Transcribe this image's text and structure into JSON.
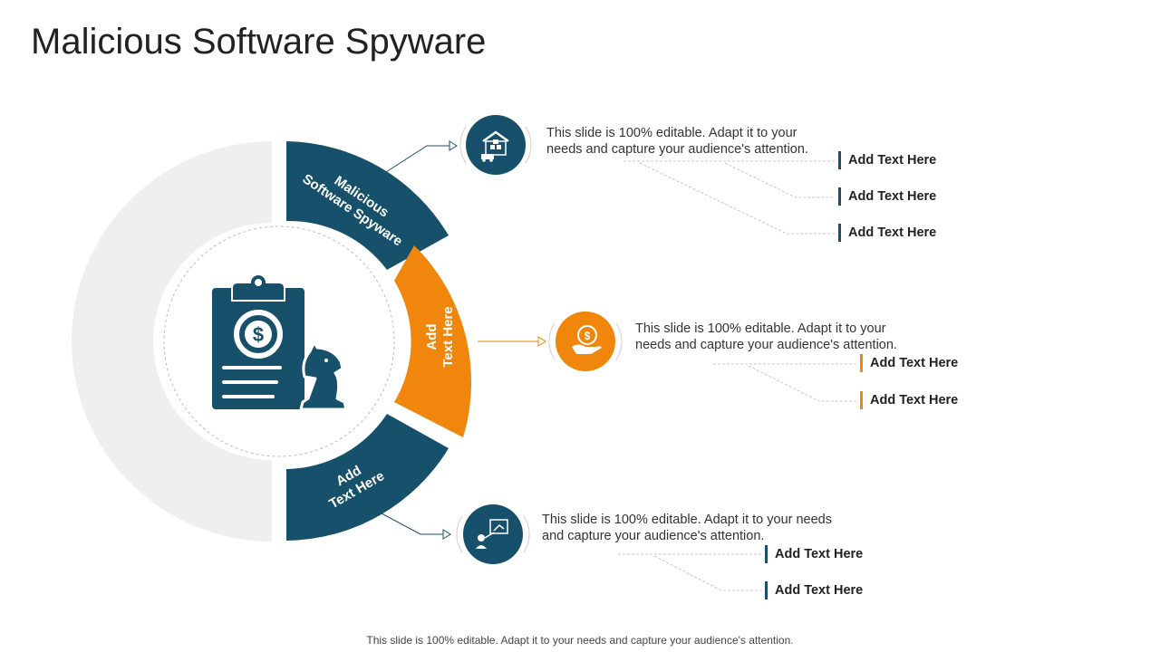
{
  "title": "Malicious Software Spyware",
  "colors": {
    "primary": "#17506a",
    "accent": "#f0860b",
    "ring_bg": "#efefef",
    "connector": "#c8c8c8"
  },
  "center_icon": "clipboard-dollar-chess-knight-icon",
  "segments": [
    {
      "label_line1": "Malicious",
      "label_line2": "Software Spyware",
      "icon": "warehouse-delivery-icon",
      "description": "This slide is 100% editable. Adapt it to your needs and capture your audience's attention.",
      "items": [
        "Add  Text Here",
        "Add  Text Here",
        "Add  Text Here"
      ]
    },
    {
      "label_line1": "Add",
      "label_line2": "Text Here",
      "icon": "money-hand-icon",
      "description": "This slide is 100% editable. Adapt it to your needs and capture your audience's attention.",
      "items": [
        "Add  Text Here",
        "Add  Text Here"
      ]
    },
    {
      "label_line1": "Add",
      "label_line2": "Text Here",
      "icon": "presentation-speaker-icon",
      "description": "This slide is 100% editable. Adapt it to your needs and capture your audience's attention.",
      "items": [
        "Add  Text Here",
        "Add  Text Here"
      ]
    }
  ],
  "footer": "This slide is 100% editable. Adapt it to your needs and capture your audience's attention."
}
